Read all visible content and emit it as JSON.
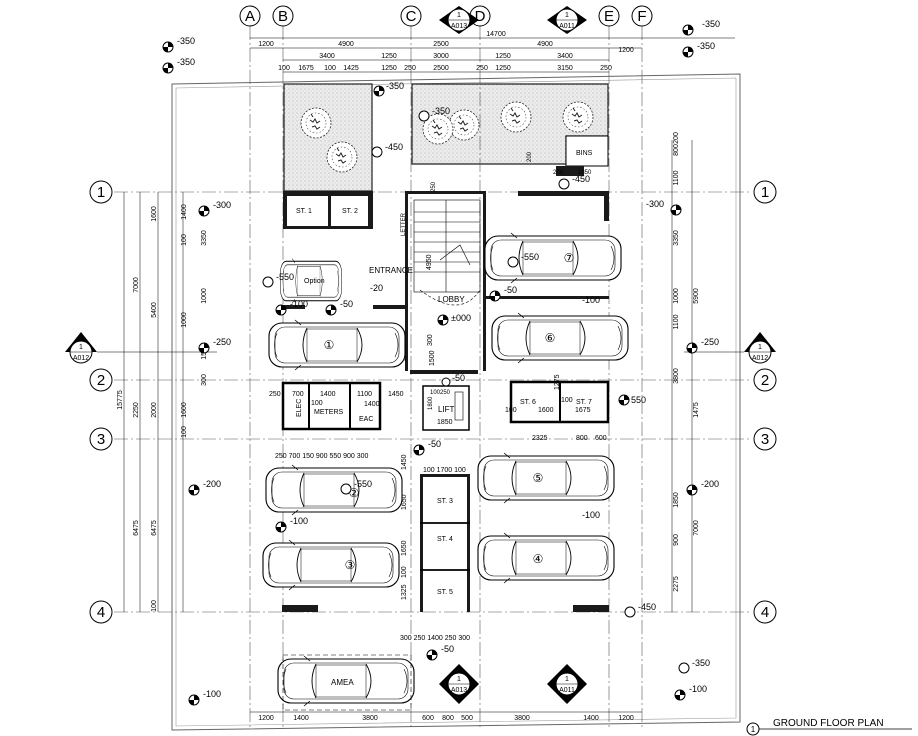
{
  "grid": {
    "columns": [
      "A",
      "B",
      "C",
      "D",
      "E",
      "F"
    ],
    "rows": [
      "1",
      "2",
      "3",
      "4"
    ]
  },
  "section_markers": [
    {
      "num": "1",
      "sheet": "A013"
    },
    {
      "num": "1",
      "sheet": "A011"
    },
    {
      "num": "1",
      "sheet": "A012"
    },
    {
      "num": "1",
      "sheet": "A012"
    },
    {
      "num": "1",
      "sheet": "A013"
    },
    {
      "num": "1",
      "sheet": "A011"
    }
  ],
  "dims_top": {
    "overall": "14700",
    "row1": [
      "1200",
      "4900",
      "2500",
      "4900",
      "1200"
    ],
    "row2": [
      "3400",
      "1250",
      "3000",
      "1250",
      "3400"
    ],
    "row3": [
      "100",
      "1675",
      "100",
      "1425",
      "1250",
      "250",
      "2500",
      "250",
      "1250",
      "3150",
      "250"
    ]
  },
  "dims_bottom": [
    "1200",
    "1400",
    "3800",
    "600",
    "800",
    "500",
    "3800",
    "1400",
    "1200"
  ],
  "dims_left_outer": [
    "15775"
  ],
  "dims_left": [
    "7000",
    "2250",
    "6475"
  ],
  "dims_left_inner": [
    "1600",
    "5400",
    "2000",
    "6475"
  ],
  "dims_left_fine": [
    "1400",
    "3350",
    "1000",
    "1550",
    "1600",
    "300",
    "100",
    "100",
    "1000",
    "100"
  ],
  "dims_right": [
    "1100",
    "3350",
    "5900",
    "1100",
    "1000",
    "3800",
    "1475",
    "7000",
    "1850",
    "900",
    "2275",
    "800",
    "200"
  ],
  "levels": [
    "-350",
    "-350",
    "-350",
    "-350",
    "-350",
    "-350",
    "-450",
    "-450",
    "-300",
    "-300",
    "-550",
    "-550",
    "-20",
    "-50",
    "-50",
    "-50",
    "±000",
    "-100",
    "-100",
    "-100",
    "-100",
    "-100",
    "-250",
    "-250",
    "-200",
    "-200",
    "-550",
    "-50",
    "-450",
    "-350",
    "-100",
    "-50",
    "550"
  ],
  "rooms": {
    "st1": "ST. 1",
    "st2": "ST. 2",
    "st3": "ST. 3",
    "st4": "ST. 4",
    "st5": "ST. 5",
    "st6": "ST. 6",
    "st7": "ST. 7",
    "bins": "BINS",
    "lobby": "LOBBY",
    "lift": "LIFT",
    "entrance": "ENTRANCE",
    "elec": "ELEC",
    "meters": "METERS",
    "eac": "EAC",
    "letter": "LETTER",
    "amea": "AMEA",
    "option": "Option"
  },
  "room_dims": {
    "bins_200a": "200",
    "bins_200b": "200",
    "bins_1850": "1850",
    "lift_1800": "1800",
    "lift_1850": "1850",
    "lift_250": "250",
    "lift_100": "100",
    "lobby_4950": "4950",
    "lobby_300": "300",
    "lobby_1500": "1500",
    "lobby_1500b": "1500",
    "svc_250": "250",
    "svc_700": "700",
    "svc_1400": "1400",
    "svc_1100": "1100",
    "svc_1450": "1450",
    "svc_100": "100",
    "svc_1400b": "1400",
    "svc_row": "250 700 150 900 550 900 300",
    "st67_1600": "1600",
    "st67_1675": "1675",
    "st67_100a": "100",
    "st67_100b": "100",
    "st67_1275": "1275",
    "st67_2325": "2325",
    "st67_600": "600",
    "st67_800": "800",
    "st3_row": "100 1700 100",
    "st_1450": "1450",
    "st_1650a": "1650",
    "st_1650b": "1650",
    "st_100": "100",
    "st_1325": "1325",
    "st5_row": "300 250 1400 250 300"
  },
  "parking": [
    "①",
    "②",
    "③",
    "④",
    "⑤",
    "⑥",
    "⑦"
  ],
  "title": {
    "num": "1",
    "text": "GROUND FLOOR PLAN"
  }
}
